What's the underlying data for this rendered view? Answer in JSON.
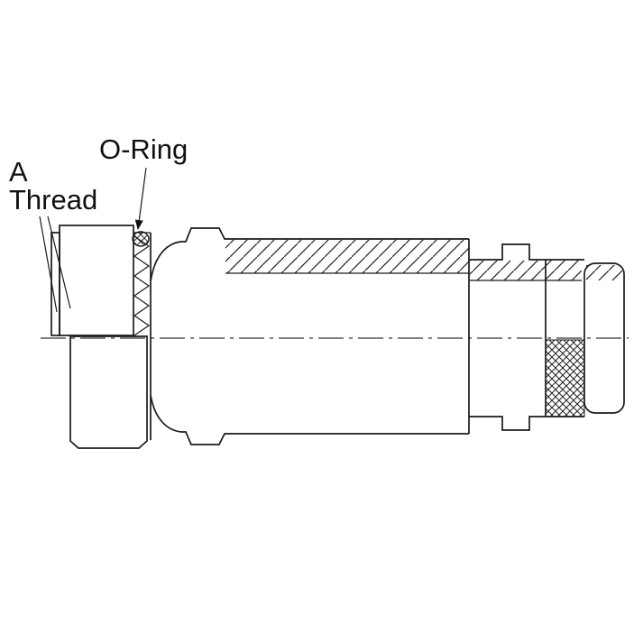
{
  "diagram": {
    "labels": {
      "a": "A",
      "thread": "Thread",
      "o_ring": "O-Ring"
    },
    "colors": {
      "line": "#1a1a1a",
      "background": "#ffffff"
    }
  }
}
